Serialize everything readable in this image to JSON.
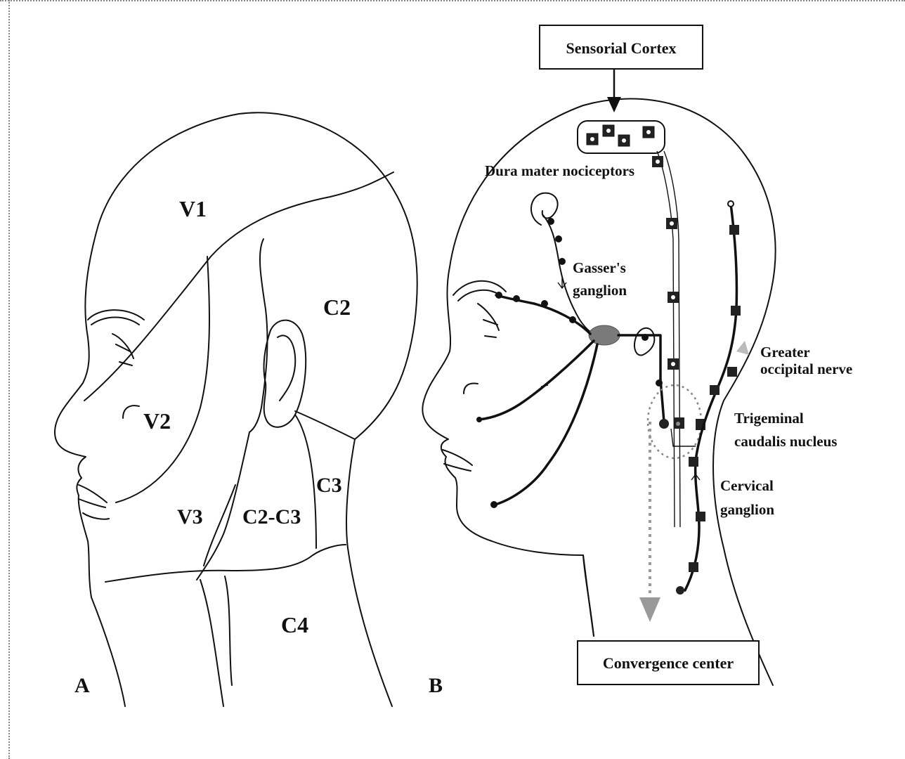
{
  "panel_a": {
    "letter": "A",
    "regions": {
      "v1": "V1",
      "v2": "V2",
      "v3": "V3",
      "c2": "C2",
      "c2c3": "C2-C3",
      "c3": "C3",
      "c4": "C4"
    }
  },
  "panel_b": {
    "letter": "B",
    "sensorial_cortex": "Sensorial Cortex",
    "dura_mater": "Dura mater nociceptors",
    "gasser_line1": "Gasser's",
    "gasser_line2": "ganglion",
    "greater_line1": "Greater",
    "greater_line2": "occipital nerve",
    "trigeminal_line1": "Trigeminal",
    "trigeminal_line2": "caudalis nucleus",
    "cervical_line1": "Cervical",
    "cervical_line2": "ganglion",
    "convergence_center": "Convergence center"
  },
  "colors": {
    "ink": "#111111",
    "ganglion_fill": "#7a7a7a",
    "arrow_gray": "#999999"
  }
}
